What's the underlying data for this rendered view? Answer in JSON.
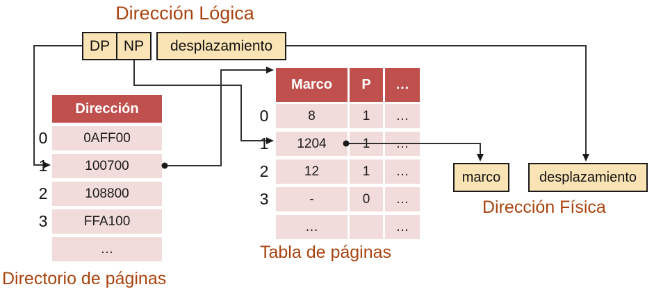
{
  "colors": {
    "header_red": "#C0504D",
    "row_pink": "#F2DCDB",
    "box_cream": "#FAE4B5",
    "caption_brown": "#A9430E",
    "line": "#2F2F2F"
  },
  "logical_address": {
    "title": "Dirección Lógica",
    "dp_label": "DP",
    "np_label": "NP",
    "offset_label": "desplazamiento"
  },
  "directory": {
    "caption": "Directorio de páginas",
    "header": "Dirección",
    "row_labels": [
      "0",
      "1",
      "2",
      "3",
      ""
    ],
    "rows": [
      "0AFF00",
      "100700",
      "108800",
      "FFA100",
      "…"
    ]
  },
  "page_table": {
    "caption": "Tabla de páginas",
    "headers": [
      "Marco",
      "P",
      "…"
    ],
    "row_labels": [
      "0",
      "1",
      "2",
      "3",
      ""
    ],
    "rows": [
      [
        "8",
        "1",
        "…"
      ],
      [
        "1204",
        "1",
        "…"
      ],
      [
        "12",
        "1",
        "…"
      ],
      [
        "-",
        "0",
        "…"
      ],
      [
        "…",
        "",
        "…"
      ]
    ]
  },
  "physical_address": {
    "caption": "Dirección Física",
    "marco_label": "marco",
    "offset_label": "desplazamiento"
  }
}
